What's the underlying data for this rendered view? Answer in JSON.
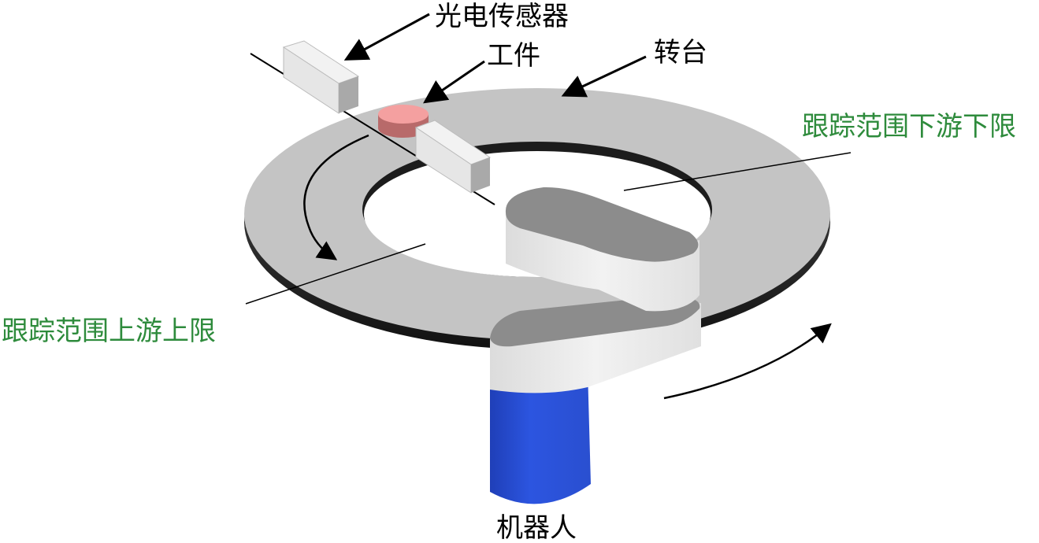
{
  "labels": {
    "sensor": "光电传感器",
    "workpiece": "工件",
    "turntable": "转台",
    "downstream_limit": "跟踪范围下游下限",
    "upstream_limit": "跟踪范围上游上限",
    "robot": "机器人"
  },
  "colors": {
    "text_black": "#000000",
    "text_green": "#2e8b3c",
    "turntable_top": "#c4c4c4",
    "turntable_edge": "#1a1a1a",
    "workpiece": "#f4a0a0",
    "robot_base": "#2e56d8",
    "robot_arm": "#e8e8e8",
    "sensor": "#e6e6e6"
  }
}
